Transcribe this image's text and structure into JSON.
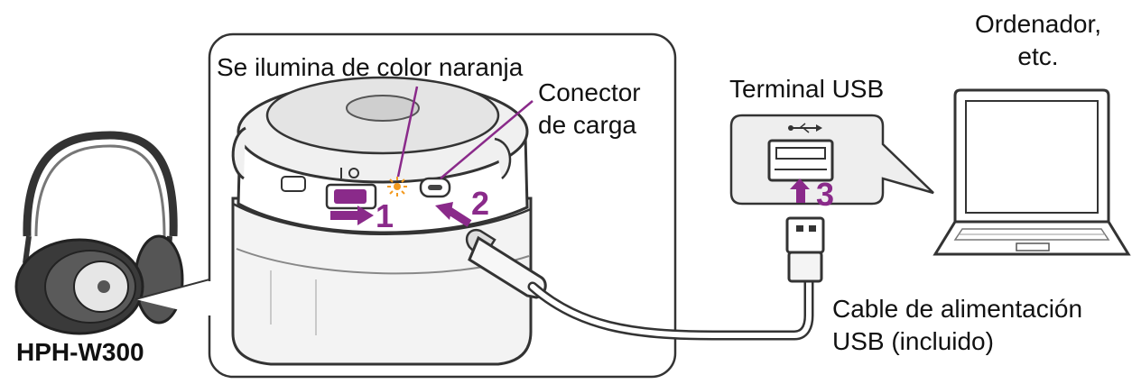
{
  "labels": {
    "led_label": "Se ilumina de color naranja",
    "connector_label_line1": "Conector",
    "connector_label_line2": "de carga",
    "terminal_label": "Terminal USB",
    "computer_label_line1": "Ordenador,",
    "computer_label_line2": "etc.",
    "cable_label_line1": "Cable de alimentación",
    "cable_label_line2": "USB (incluido)",
    "model_label": "HPH-W300"
  },
  "steps": [
    {
      "number": "1"
    },
    {
      "number": "2"
    },
    {
      "number": "3"
    }
  ],
  "colors": {
    "accent": "#8a2a8a",
    "led": "#f39a1e",
    "line": "#333333",
    "device_fill": "#f4f4f4",
    "panel_fill": "#eeeeee",
    "headphone_dark": "#3a3a3a"
  },
  "icons": {
    "usb_symbol": "usb-icon",
    "step_arrow": "arrow-icon"
  }
}
